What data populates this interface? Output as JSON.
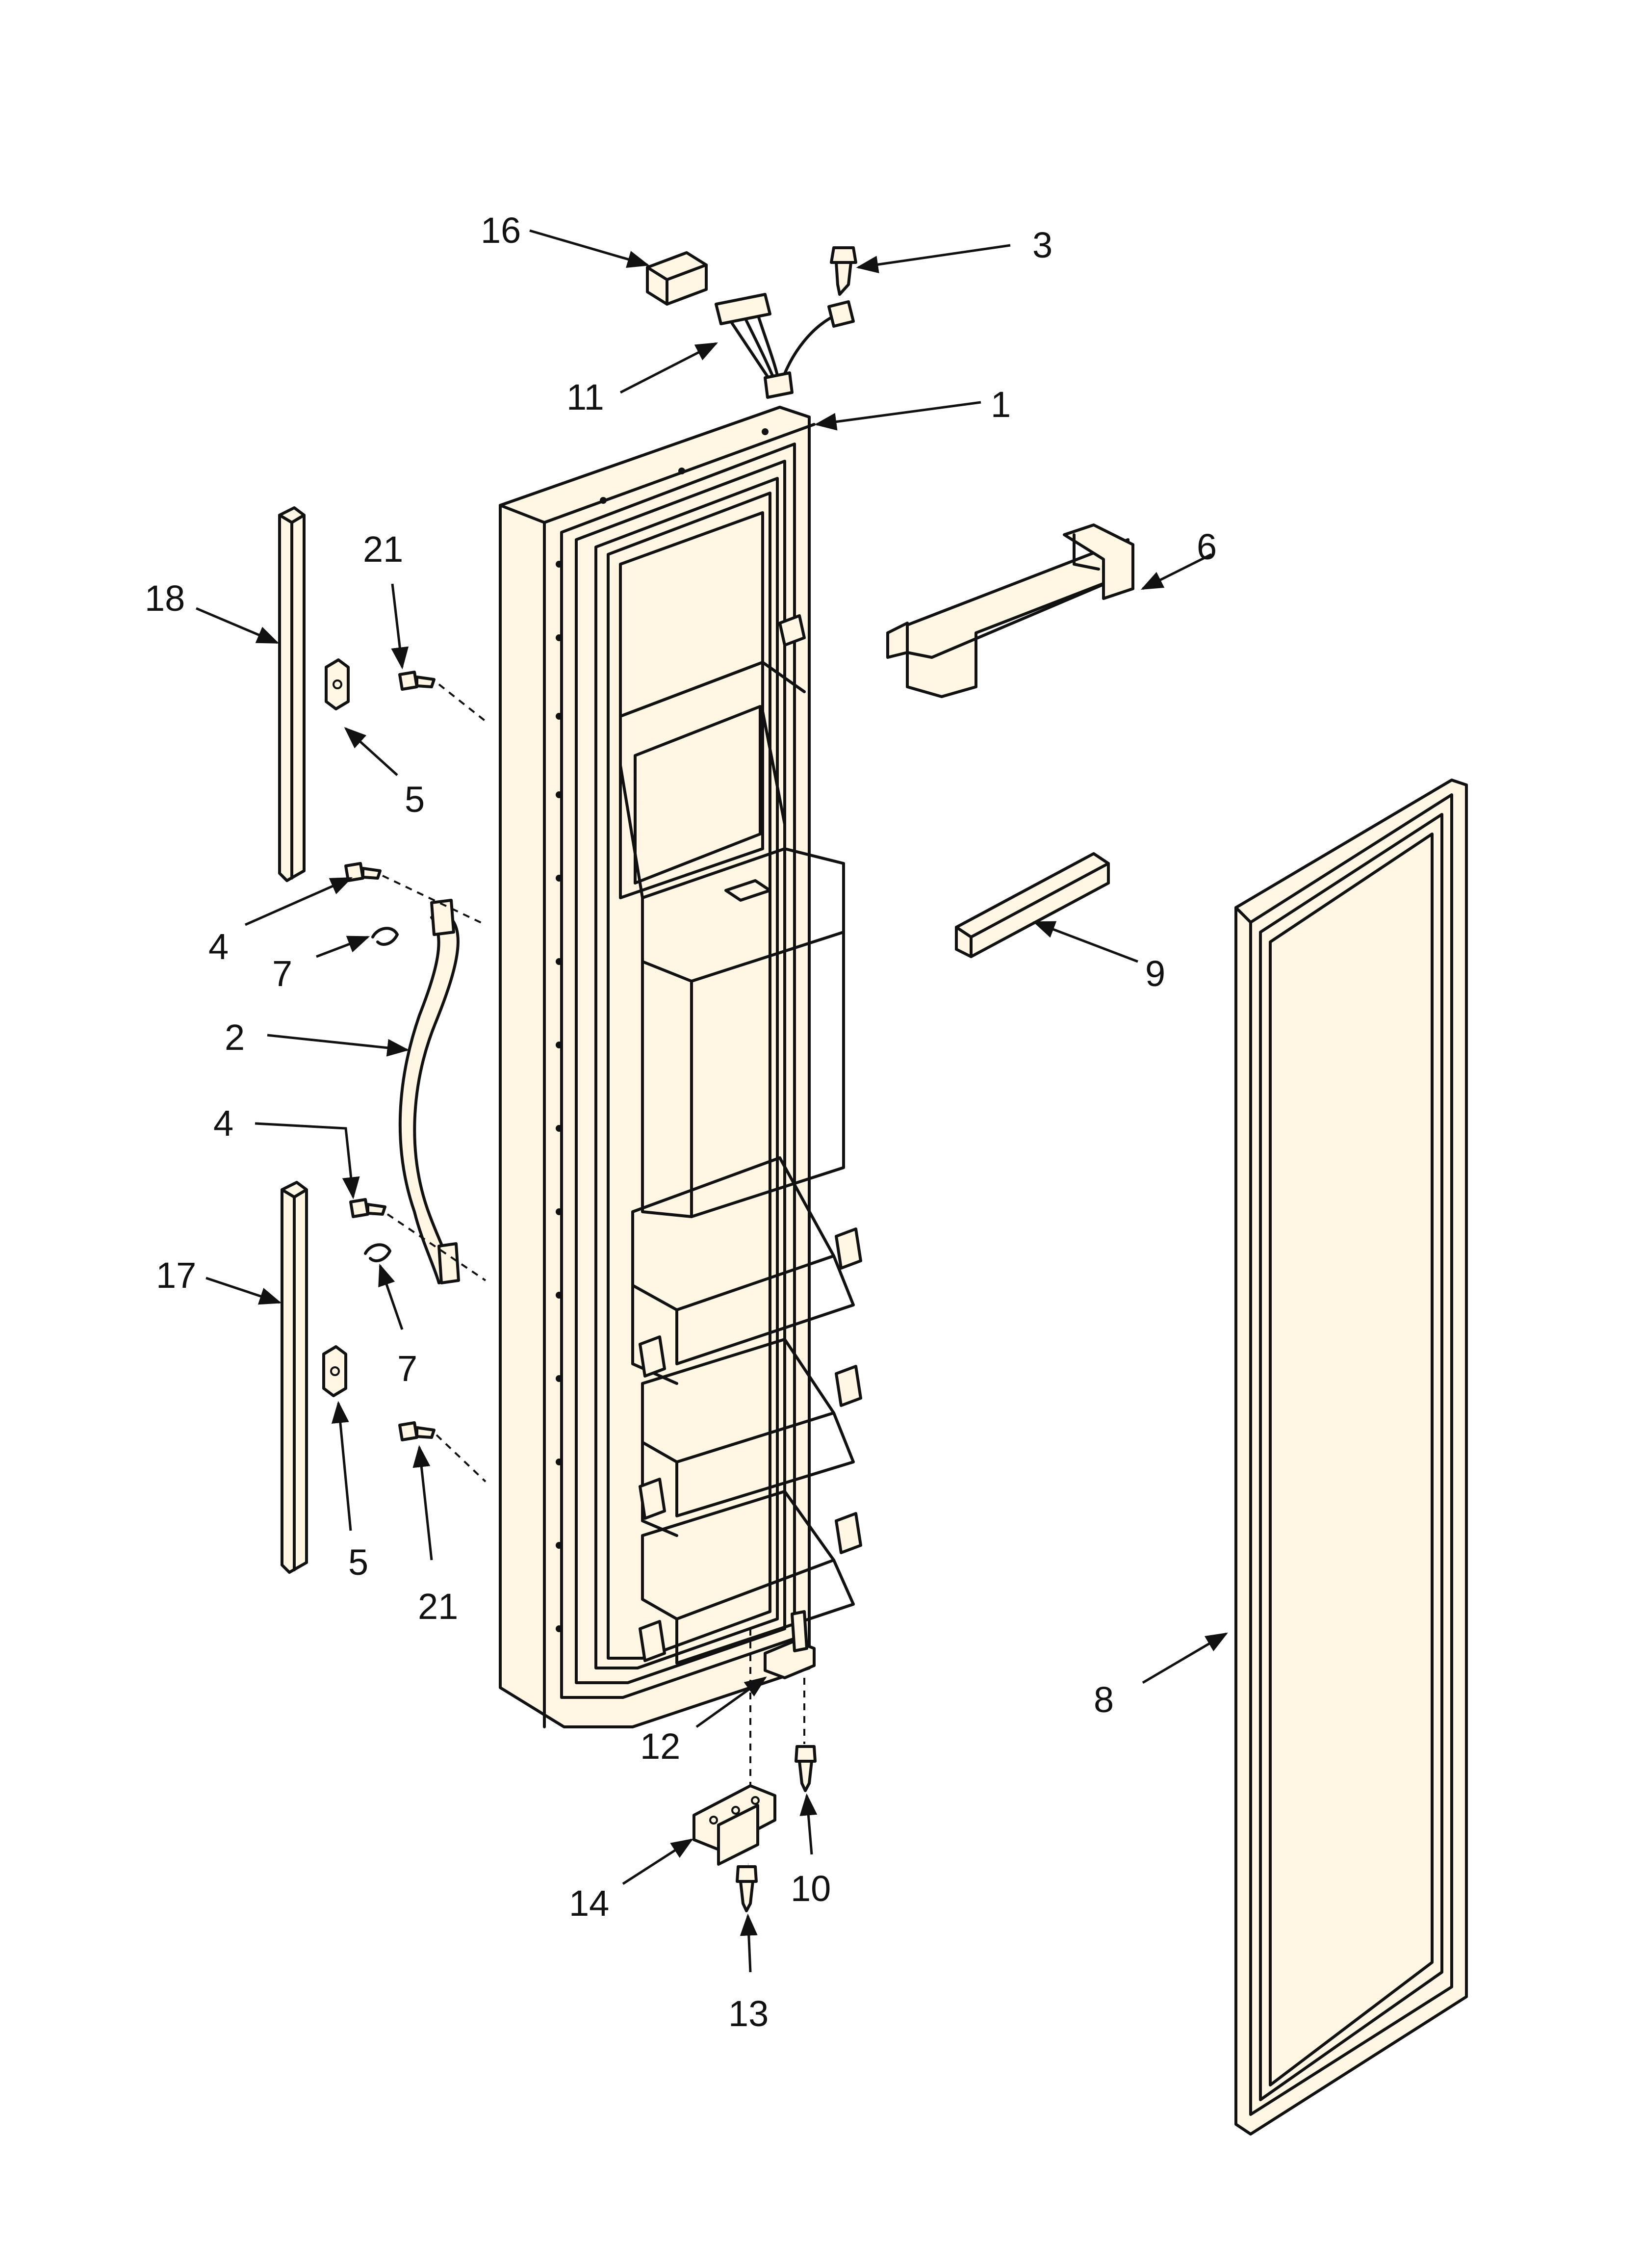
{
  "callouts": [
    {
      "id": "c16",
      "label": "16"
    },
    {
      "id": "c3",
      "label": "3"
    },
    {
      "id": "c11",
      "label": "11"
    },
    {
      "id": "c1",
      "label": "1"
    },
    {
      "id": "c6",
      "label": "6"
    },
    {
      "id": "c21a",
      "label": "21"
    },
    {
      "id": "c18",
      "label": "18"
    },
    {
      "id": "c5a",
      "label": "5"
    },
    {
      "id": "c9",
      "label": "9"
    },
    {
      "id": "c4a",
      "label": "4"
    },
    {
      "id": "c7a",
      "label": "7"
    },
    {
      "id": "c2",
      "label": "2"
    },
    {
      "id": "c4b",
      "label": "4"
    },
    {
      "id": "c17",
      "label": "17"
    },
    {
      "id": "c7b",
      "label": "7"
    },
    {
      "id": "c5b",
      "label": "5"
    },
    {
      "id": "c21b",
      "label": "21"
    },
    {
      "id": "c8",
      "label": "8"
    },
    {
      "id": "c12",
      "label": "12"
    },
    {
      "id": "c14",
      "label": "14"
    },
    {
      "id": "c10",
      "label": "10"
    },
    {
      "id": "c13",
      "label": "13"
    }
  ],
  "colors": {
    "line": "#111111",
    "part_fill": "#fff7e4",
    "background": "#ffffff"
  }
}
